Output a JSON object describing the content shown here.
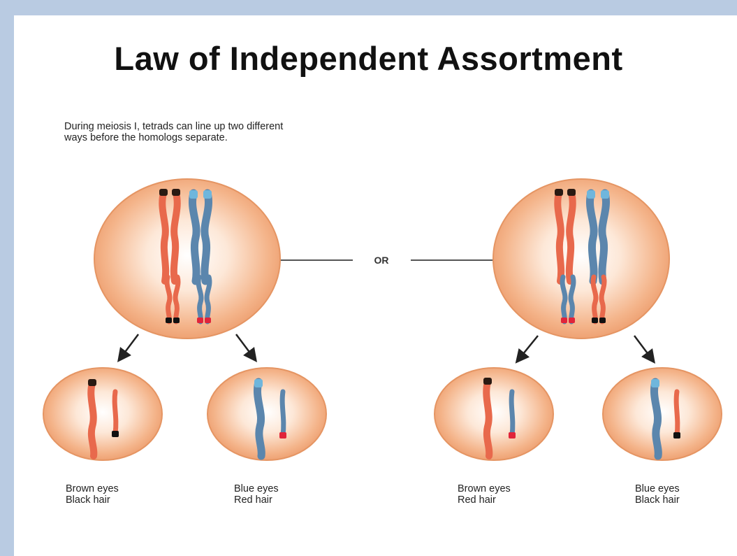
{
  "title": "Law of Independent Assortment",
  "intro": {
    "line1": "During meiosis I, tetrads can line up two different",
    "line2": "ways before the homologs separate."
  },
  "connector_label": "OR",
  "gametes": [
    {
      "eyes": "Brown eyes",
      "hair": "Black hair"
    },
    {
      "eyes": "Blue eyes",
      "hair": "Red hair"
    },
    {
      "eyes": "Brown eyes",
      "hair": "Red hair"
    },
    {
      "eyes": "Blue eyes",
      "hair": "Black hair"
    }
  ],
  "colors": {
    "maternal_chromosome": "#e8694c",
    "paternal_chromosome": "#5b86ad",
    "cell_fill": "#f3b58a",
    "cell_rim": "#e59563",
    "brown_eye_allele": "#2a1a12",
    "blue_eye_allele": "#6fb6dc",
    "black_hair_allele": "#111111",
    "red_hair_allele": "#e0243a",
    "background_border": "#b9cbe2"
  }
}
